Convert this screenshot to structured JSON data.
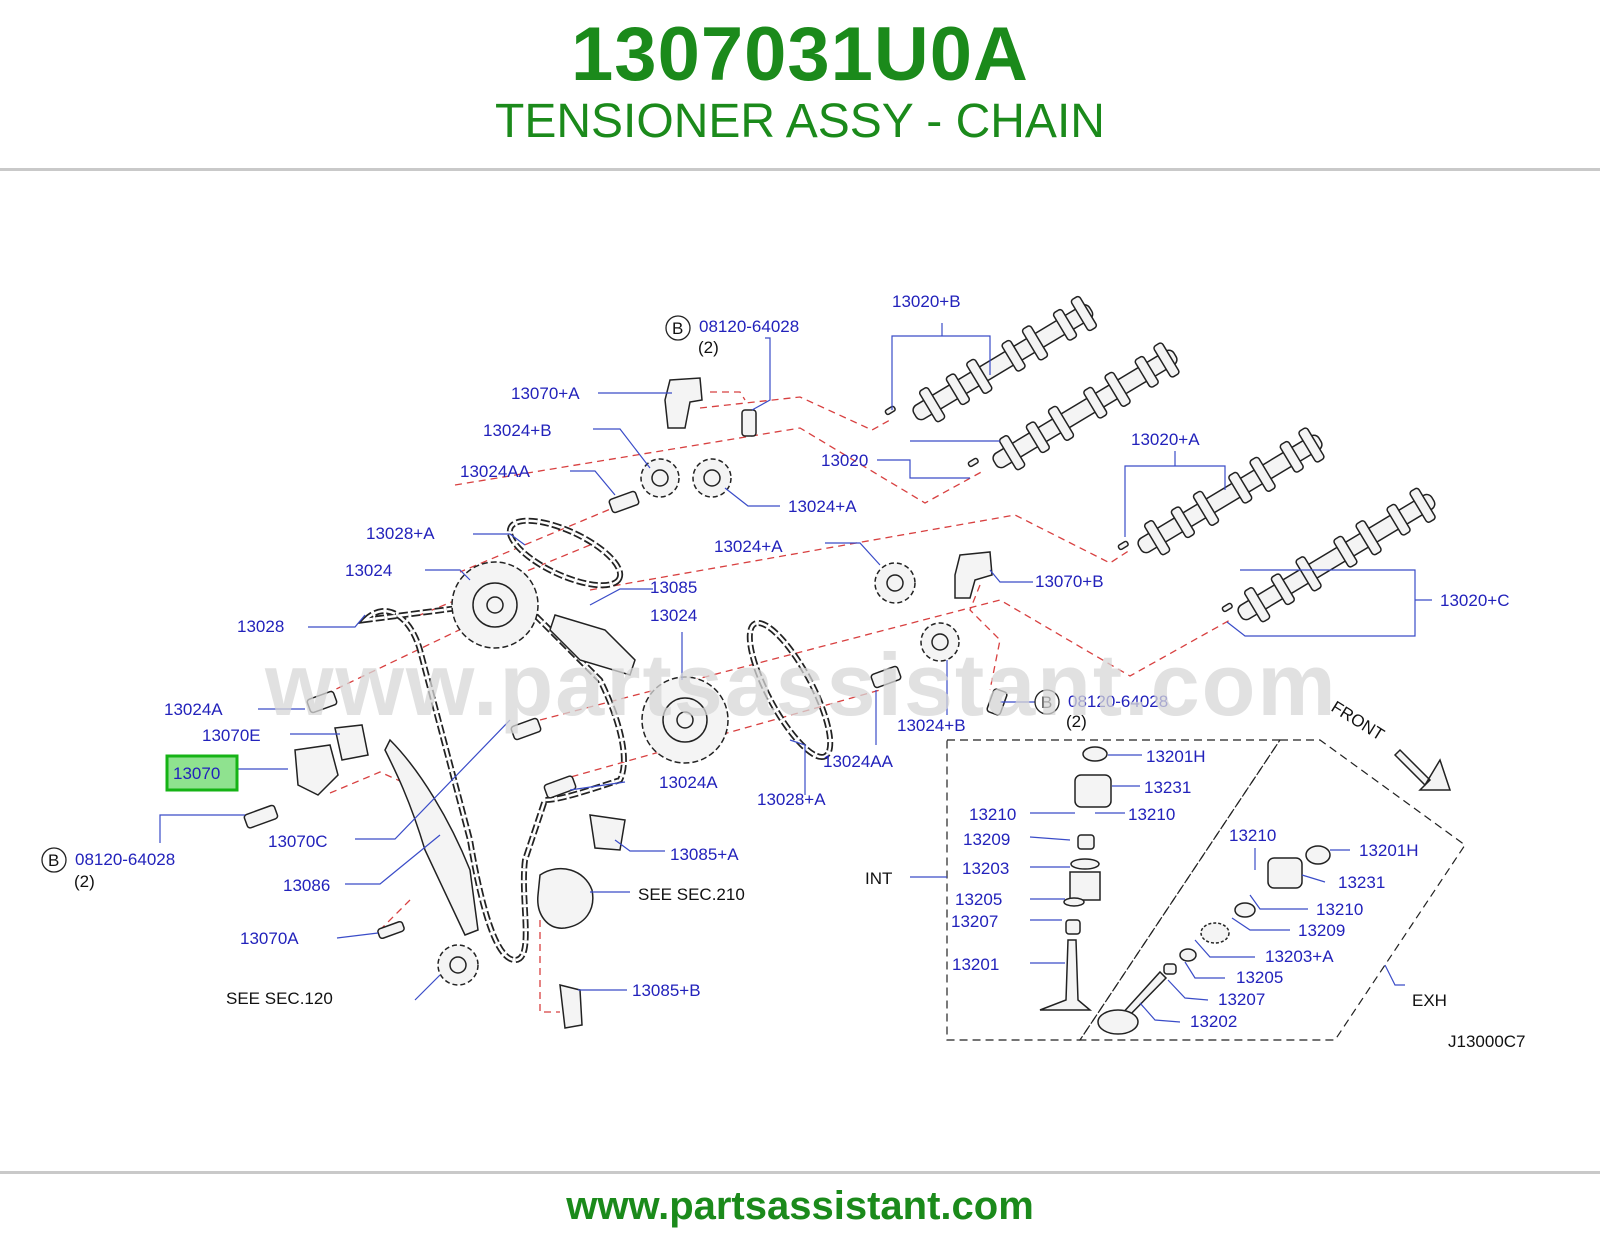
{
  "header": {
    "part_number": "1307031U0A",
    "part_name": "TENSIONER ASSY - CHAIN"
  },
  "watermark": "www.partsassistant.com",
  "footer": {
    "url": "www.partsassistant.com"
  },
  "colors": {
    "brand_green": "#1b8a1b",
    "label_blue": "#2222bb",
    "highlight": "#8fe28f",
    "dashed_red": "#d84040"
  },
  "diagram": {
    "code": "J13000C7",
    "highlighted_part": "13070",
    "bolt_marker": "B",
    "bolt_part": "08120-64028",
    "bolt_qty": "(2)",
    "labels": {
      "cam_b": "13020+B",
      "cam_main": "13020",
      "cam_a": "13020+A",
      "cam_c": "13020+C",
      "bolt_top": "08120-64028",
      "bolt_top_qty": "(2)",
      "bolt_mid": "08120-64028",
      "bolt_mid_qty": "(2)",
      "bolt_left": "08120-64028",
      "bolt_left_qty": "(2)",
      "tens_a": "13070+A",
      "tens_b": "13070+B",
      "spr_b_top": "13024+B",
      "spr_aa_top": "13024AA",
      "spr_a_top": "13024+A",
      "chain_a_top": "13028+A",
      "spr_main_left": "13024",
      "spr_a_mid": "13024+A",
      "guide_85": "13085",
      "spr_main_mid": "13024",
      "chain_main": "13028",
      "spr_a_left": "13024A",
      "gasket": "13070E",
      "tensioner": "13070",
      "bolt_c": "13070C",
      "slack_guide": "13086",
      "pin_a": "13070A",
      "see_120": "SEE   SEC.120",
      "spr_a_low": "13024A",
      "guide_85a": "13085+A",
      "see_210": "SEE   SEC.210",
      "guide_85b": "13085+B",
      "chain_a_low": "13028+A",
      "spr_aa_low": "13024AA",
      "spr_b_low": "13024+B",
      "front": "FRONT",
      "int": "INT",
      "exh": "EXH",
      "v_201h_int": "13201H",
      "v_231_int": "13231",
      "v_210_int_a": "13210",
      "v_210_int_b": "13210",
      "v_209_int": "13209",
      "v_203_int": "13203",
      "v_205_int": "13205",
      "v_207_int": "13207",
      "v_201_int": "13201",
      "v_210_exh_top": "13210",
      "v_201h_exh": "13201H",
      "v_231_exh": "13231",
      "v_210_exh": "13210",
      "v_209_exh": "13209",
      "v_203a_exh": "13203+A",
      "v_205_exh": "13205",
      "v_207_exh": "13207",
      "v_202_exh": "13202"
    }
  }
}
